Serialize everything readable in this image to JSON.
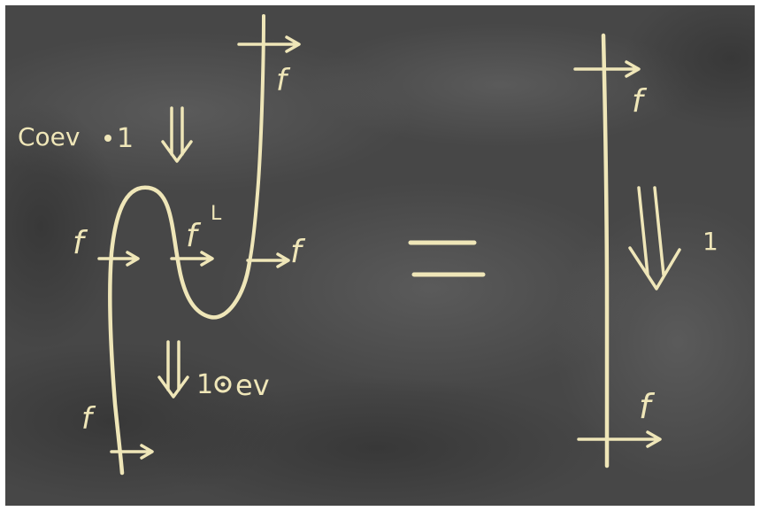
{
  "photo": {
    "description_colors": {
      "board": "#4a4a4a",
      "board_dark": "#3a3a3a",
      "board_light": "#5a5a5a",
      "chalk": "#efe6b8"
    }
  },
  "chalk_labels": {
    "top_f": "f",
    "coev_label": "Coev",
    "coev_value": "1",
    "left_f": "f",
    "middle_f": "f",
    "middle_sup": "L",
    "right_f": "f",
    "bottom_left_f": "f",
    "ev_label": "ev",
    "ev_value": "1",
    "rhs_top_f": "f",
    "rhs_index": "1",
    "rhs_bottom_f": "f"
  }
}
